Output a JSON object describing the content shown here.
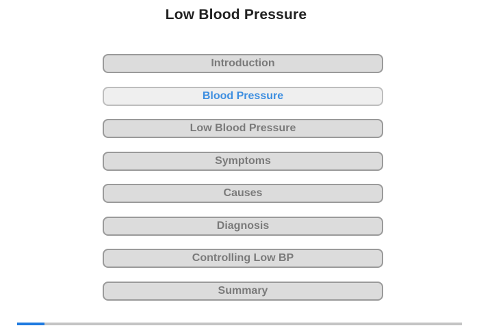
{
  "page": {
    "title": "Low Blood Pressure"
  },
  "menu": {
    "items": [
      {
        "label": "Introduction",
        "active": false
      },
      {
        "label": "Blood Pressure",
        "active": true
      },
      {
        "label": "Low Blood Pressure",
        "active": false
      },
      {
        "label": "Symptoms",
        "active": false
      },
      {
        "label": "Causes",
        "active": false
      },
      {
        "label": "Diagnosis",
        "active": false
      },
      {
        "label": "Controlling Low BP",
        "active": false
      },
      {
        "label": "Summary",
        "active": false
      }
    ]
  },
  "progress": {
    "fraction": 0.062
  },
  "colors": {
    "active_text": "#3d8ee0",
    "inactive_text": "#7a7a7a",
    "progress_fill": "#1f7ae0",
    "progress_track": "#c4c4c4"
  }
}
